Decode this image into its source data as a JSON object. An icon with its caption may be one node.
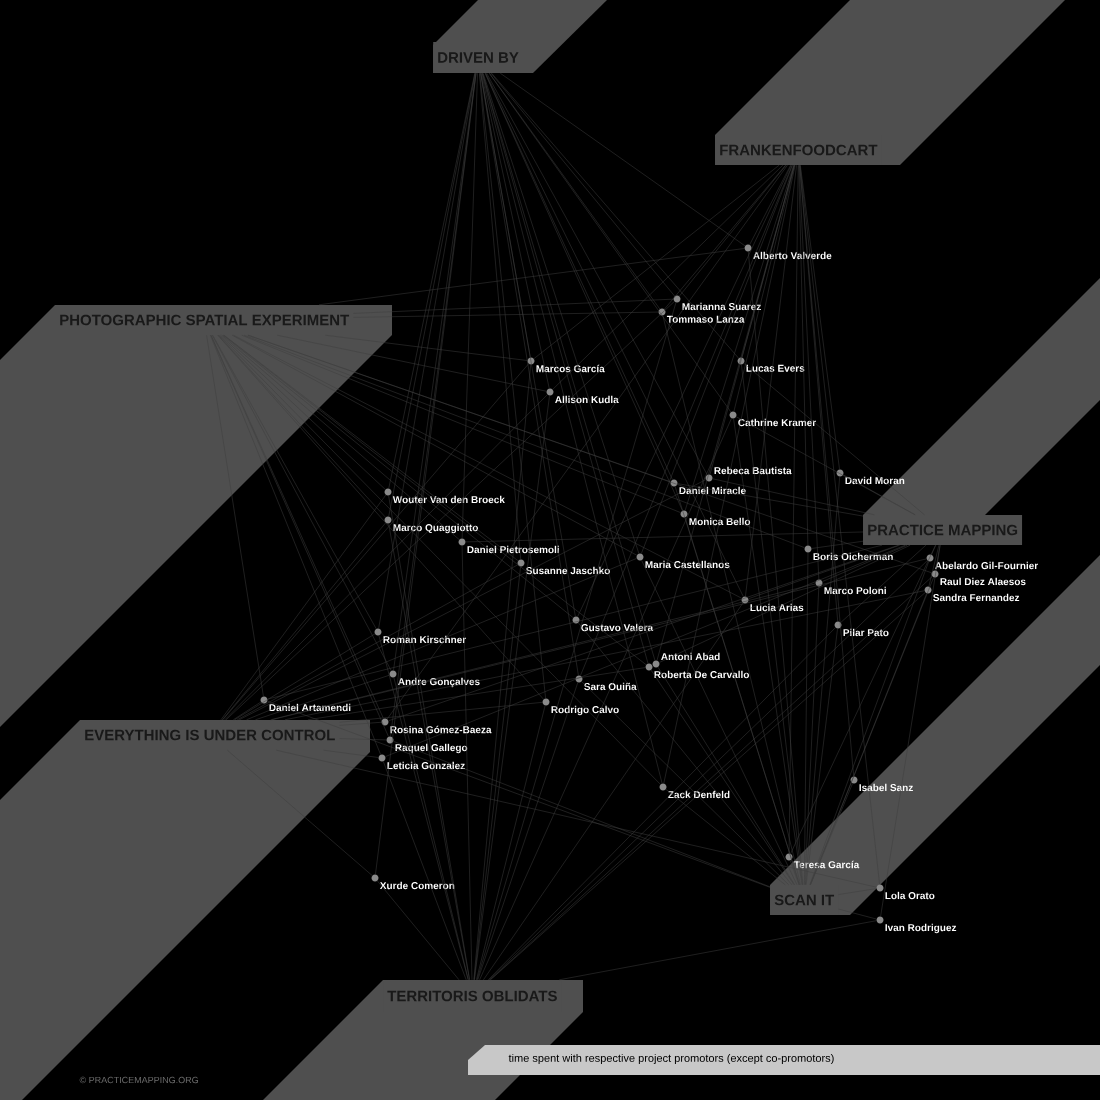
{
  "diagram": {
    "nodes": [
      {
        "text": [
          "DRIVEN BY"
        ]
      },
      {
        "text": [
          "FRANKENFOODCART"
        ]
      },
      {
        "text": [
          "PHOTOGRAPHIC SPATIAL EXPERIMENT"
        ]
      },
      {
        "text": [
          "PRACTICE MAPPING"
        ]
      },
      {
        "text": [
          "EVERYTHING IS UNDER CONTROL"
        ]
      },
      {
        "text": [
          "SCAN IT"
        ]
      },
      {
        "text": [
          "TERRITORIS OBLIDATS"
        ]
      },
      {
        "text": [
          "Alberto Valverde"
        ]
      },
      {
        "text": [
          "Marianna Suarez"
        ]
      },
      {
        "text": [
          "Tommaso Lanza"
        ]
      },
      {
        "text": [
          "Marcos García"
        ]
      },
      {
        "text": [
          "Lucas Evers"
        ]
      },
      {
        "text": [
          "Allison Kudla"
        ]
      },
      {
        "text": [
          "Cathrine Kramer"
        ]
      },
      {
        "text": [
          "David Moran"
        ]
      },
      {
        "text": [
          "Rebeca Bautista"
        ]
      },
      {
        "text": [
          "Daniel Miracle"
        ]
      },
      {
        "text": [
          "Wouter Van den Broeck"
        ]
      },
      {
        "text": [
          "Monica Bello"
        ]
      },
      {
        "text": [
          "Abelardo Gil-Fournier"
        ]
      },
      {
        "text": [
          "Marco Quaggiotto"
        ]
      },
      {
        "text": [
          "Raul Diez Alaesos"
        ]
      },
      {
        "text": [
          "Daniel Pietrosemoli"
        ]
      },
      {
        "text": [
          "Sandra Fernandez"
        ]
      },
      {
        "text": [
          "Boris Oicherman"
        ]
      },
      {
        "text": [
          "Maria Castellanos"
        ]
      },
      {
        "text": [
          "Susanne Jaschko"
        ]
      },
      {
        "text": [
          "Marco Poloni"
        ]
      },
      {
        "text": [
          "Lucia Arias"
        ]
      },
      {
        "text": [
          "Gustavo Valera"
        ]
      },
      {
        "text": [
          "Pilar Pato"
        ]
      },
      {
        "text": [
          "Roman Kirschner"
        ]
      },
      {
        "text": [
          "Antoni Abad"
        ]
      },
      {
        "text": [
          "Roberta De Carvallo"
        ]
      },
      {
        "text": [
          "Andre Gonçalves"
        ]
      },
      {
        "text": [
          "Sara Ouiña"
        ]
      },
      {
        "text": [
          "Daniel Artamendi"
        ]
      },
      {
        "text": [
          "Rodrigo Calvo"
        ]
      },
      {
        "text": [
          "Rosina Gómez-Baeza"
        ]
      },
      {
        "text": [
          "Raquel Gallego"
        ]
      },
      {
        "text": [
          "Leticia Gonzalez"
        ]
      },
      {
        "text": [
          "Isabel Sanz"
        ]
      },
      {
        "text": [
          "Zack Denfeld"
        ]
      },
      {
        "text": [
          "Teresa García"
        ]
      },
      {
        "text": [
          "Lola Orato"
        ]
      },
      {
        "text": [
          "Ivan Rodriguez"
        ]
      },
      {
        "text": [
          "Xurde Comeron"
        ]
      }
    ],
    "edges": [
      {
        "from": 0,
        "to": 7,
        "arrow": "none"
      },
      {
        "from": 1,
        "to": 7,
        "arrow": "none"
      },
      {
        "from": 2,
        "to": 7,
        "arrow": "none"
      },
      {
        "from": 5,
        "to": 7,
        "arrow": "none"
      },
      {
        "from": 0,
        "to": 8,
        "arrow": "none"
      },
      {
        "from": 1,
        "to": 8,
        "arrow": "none"
      },
      {
        "from": 2,
        "to": 8,
        "arrow": "none"
      },
      {
        "from": 4,
        "to": 8,
        "arrow": "none"
      },
      {
        "from": 6,
        "to": 8,
        "arrow": "none"
      },
      {
        "from": 0,
        "to": 9,
        "arrow": "none"
      },
      {
        "from": 1,
        "to": 9,
        "arrow": "none"
      },
      {
        "from": 2,
        "to": 9,
        "arrow": "none"
      },
      {
        "from": 5,
        "to": 9,
        "arrow": "none"
      },
      {
        "from": 0,
        "to": 10,
        "arrow": "none"
      },
      {
        "from": 1,
        "to": 10,
        "arrow": "none"
      },
      {
        "from": 2,
        "to": 10,
        "arrow": "none"
      },
      {
        "from": 4,
        "to": 10,
        "arrow": "none"
      },
      {
        "from": 6,
        "to": 10,
        "arrow": "none"
      },
      {
        "from": 0,
        "to": 11,
        "arrow": "none"
      },
      {
        "from": 1,
        "to": 11,
        "arrow": "none"
      },
      {
        "from": 3,
        "to": 11,
        "arrow": "none"
      },
      {
        "from": 5,
        "to": 11,
        "arrow": "none"
      },
      {
        "from": 0,
        "to": 12,
        "arrow": "none"
      },
      {
        "from": 1,
        "to": 12,
        "arrow": "none"
      },
      {
        "from": 2,
        "to": 12,
        "arrow": "none"
      },
      {
        "from": 4,
        "to": 12,
        "arrow": "none"
      },
      {
        "from": 6,
        "to": 12,
        "arrow": "none"
      },
      {
        "from": 0,
        "to": 13,
        "arrow": "none"
      },
      {
        "from": 1,
        "to": 13,
        "arrow": "none"
      },
      {
        "from": 3,
        "to": 13,
        "arrow": "none"
      },
      {
        "from": 5,
        "to": 13,
        "arrow": "none"
      },
      {
        "from": 6,
        "to": 13,
        "arrow": "none"
      },
      {
        "from": 1,
        "to": 14,
        "arrow": "none"
      },
      {
        "from": 3,
        "to": 14,
        "arrow": "none"
      },
      {
        "from": 5,
        "to": 14,
        "arrow": "none"
      },
      {
        "from": 0,
        "to": 15,
        "arrow": "none"
      },
      {
        "from": 1,
        "to": 15,
        "arrow": "none"
      },
      {
        "from": 3,
        "to": 15,
        "arrow": "none"
      },
      {
        "from": 4,
        "to": 15,
        "arrow": "none"
      },
      {
        "from": 0,
        "to": 16,
        "arrow": "none"
      },
      {
        "from": 2,
        "to": 16,
        "arrow": "none"
      },
      {
        "from": 3,
        "to": 16,
        "arrow": "none"
      },
      {
        "from": 5,
        "to": 16,
        "arrow": "none"
      },
      {
        "from": 0,
        "to": 17,
        "arrow": "none"
      },
      {
        "from": 2,
        "to": 17,
        "arrow": "none"
      },
      {
        "from": 4,
        "to": 17,
        "arrow": "none"
      },
      {
        "from": 6,
        "to": 17,
        "arrow": "none"
      },
      {
        "from": 0,
        "to": 18,
        "arrow": "none"
      },
      {
        "from": 1,
        "to": 18,
        "arrow": "none"
      },
      {
        "from": 2,
        "to": 18,
        "arrow": "none"
      },
      {
        "from": 5,
        "to": 18,
        "arrow": "none"
      },
      {
        "from": 6,
        "to": 19,
        "arrow": "none"
      },
      {
        "from": 3,
        "to": 19,
        "arrow": "none"
      },
      {
        "from": 5,
        "to": 19,
        "arrow": "none"
      },
      {
        "from": 4,
        "to": 19,
        "arrow": "none"
      },
      {
        "from": 0,
        "to": 20,
        "arrow": "none"
      },
      {
        "from": 2,
        "to": 20,
        "arrow": "none"
      },
      {
        "from": 4,
        "to": 20,
        "arrow": "none"
      },
      {
        "from": 6,
        "to": 20,
        "arrow": "none"
      },
      {
        "from": 6,
        "to": 21,
        "arrow": "none"
      },
      {
        "from": 3,
        "to": 21,
        "arrow": "none"
      },
      {
        "from": 5,
        "to": 21,
        "arrow": "none"
      },
      {
        "from": 2,
        "to": 21,
        "arrow": "none"
      },
      {
        "from": 0,
        "to": 22,
        "arrow": "none"
      },
      {
        "from": 2,
        "to": 22,
        "arrow": "none"
      },
      {
        "from": 3,
        "to": 22,
        "arrow": "none"
      },
      {
        "from": 6,
        "to": 22,
        "arrow": "none"
      },
      {
        "from": 6,
        "to": 23,
        "arrow": "none"
      },
      {
        "from": 3,
        "to": 23,
        "arrow": "none"
      },
      {
        "from": 5,
        "to": 23,
        "arrow": "none"
      },
      {
        "from": 4,
        "to": 23,
        "arrow": "none"
      },
      {
        "from": 1,
        "to": 24,
        "arrow": "none"
      },
      {
        "from": 3,
        "to": 24,
        "arrow": "none"
      },
      {
        "from": 5,
        "to": 24,
        "arrow": "none"
      },
      {
        "from": 2,
        "to": 24,
        "arrow": "none"
      },
      {
        "from": 0,
        "to": 25,
        "arrow": "none"
      },
      {
        "from": 1,
        "to": 25,
        "arrow": "none"
      },
      {
        "from": 2,
        "to": 25,
        "arrow": "none"
      },
      {
        "from": 4,
        "to": 25,
        "arrow": "none"
      },
      {
        "from": 5,
        "to": 25,
        "arrow": "none"
      },
      {
        "from": 0,
        "to": 26,
        "arrow": "none"
      },
      {
        "from": 2,
        "to": 26,
        "arrow": "none"
      },
      {
        "from": 4,
        "to": 26,
        "arrow": "none"
      },
      {
        "from": 6,
        "to": 26,
        "arrow": "none"
      },
      {
        "from": 1,
        "to": 27,
        "arrow": "none"
      },
      {
        "from": 3,
        "to": 27,
        "arrow": "none"
      },
      {
        "from": 5,
        "to": 27,
        "arrow": "none"
      },
      {
        "from": 4,
        "to": 27,
        "arrow": "none"
      },
      {
        "from": 0,
        "to": 28,
        "arrow": "none"
      },
      {
        "from": 1,
        "to": 28,
        "arrow": "none"
      },
      {
        "from": 3,
        "to": 28,
        "arrow": "none"
      },
      {
        "from": 2,
        "to": 28,
        "arrow": "none"
      },
      {
        "from": 6,
        "to": 28,
        "arrow": "none"
      },
      {
        "from": 0,
        "to": 29,
        "arrow": "none"
      },
      {
        "from": 1,
        "to": 29,
        "arrow": "none"
      },
      {
        "from": 2,
        "to": 29,
        "arrow": "none"
      },
      {
        "from": 5,
        "to": 29,
        "arrow": "none"
      },
      {
        "from": 1,
        "to": 30,
        "arrow": "none"
      },
      {
        "from": 3,
        "to": 30,
        "arrow": "none"
      },
      {
        "from": 5,
        "to": 30,
        "arrow": "none"
      },
      {
        "from": 6,
        "to": 30,
        "arrow": "none"
      },
      {
        "from": 0,
        "to": 31,
        "arrow": "none"
      },
      {
        "from": 2,
        "to": 31,
        "arrow": "none"
      },
      {
        "from": 4,
        "to": 31,
        "arrow": "none"
      },
      {
        "from": 6,
        "to": 31,
        "arrow": "none"
      },
      {
        "from": 0,
        "to": 32,
        "arrow": "none"
      },
      {
        "from": 1,
        "to": 32,
        "arrow": "none"
      },
      {
        "from": 3,
        "to": 32,
        "arrow": "none"
      },
      {
        "from": 5,
        "to": 32,
        "arrow": "none"
      },
      {
        "from": 0,
        "to": 33,
        "arrow": "none"
      },
      {
        "from": 2,
        "to": 33,
        "arrow": "none"
      },
      {
        "from": 4,
        "to": 33,
        "arrow": "none"
      },
      {
        "from": 5,
        "to": 33,
        "arrow": "none"
      },
      {
        "from": 0,
        "to": 34,
        "arrow": "none"
      },
      {
        "from": 2,
        "to": 34,
        "arrow": "none"
      },
      {
        "from": 4,
        "to": 34,
        "arrow": "none"
      },
      {
        "from": 6,
        "to": 34,
        "arrow": "none"
      },
      {
        "from": 0,
        "to": 35,
        "arrow": "none"
      },
      {
        "from": 1,
        "to": 35,
        "arrow": "none"
      },
      {
        "from": 5,
        "to": 35,
        "arrow": "none"
      },
      {
        "from": 6,
        "to": 35,
        "arrow": "none"
      },
      {
        "from": 2,
        "to": 36,
        "arrow": "none"
      },
      {
        "from": 3,
        "to": 36,
        "arrow": "none"
      },
      {
        "from": 4,
        "to": 36,
        "arrow": "none"
      },
      {
        "from": 5,
        "to": 36,
        "arrow": "none"
      },
      {
        "from": 0,
        "to": 37,
        "arrow": "none"
      },
      {
        "from": 2,
        "to": 37,
        "arrow": "none"
      },
      {
        "from": 4,
        "to": 37,
        "arrow": "none"
      },
      {
        "from": 6,
        "to": 37,
        "arrow": "none"
      },
      {
        "from": 2,
        "to": 38,
        "arrow": "none"
      },
      {
        "from": 3,
        "to": 38,
        "arrow": "none"
      },
      {
        "from": 4,
        "to": 38,
        "arrow": "none"
      },
      {
        "from": 1,
        "to": 38,
        "arrow": "none"
      },
      {
        "from": 2,
        "to": 39,
        "arrow": "none"
      },
      {
        "from": 4,
        "to": 39,
        "arrow": "none"
      },
      {
        "from": 5,
        "to": 39,
        "arrow": "none"
      },
      {
        "from": 0,
        "to": 39,
        "arrow": "none"
      },
      {
        "from": 2,
        "to": 40,
        "arrow": "none"
      },
      {
        "from": 4,
        "to": 40,
        "arrow": "none"
      },
      {
        "from": 3,
        "to": 40,
        "arrow": "none"
      },
      {
        "from": 6,
        "to": 40,
        "arrow": "none"
      },
      {
        "from": 1,
        "to": 41,
        "arrow": "none"
      },
      {
        "from": 5,
        "to": 41,
        "arrow": "none"
      },
      {
        "from": 0,
        "to": 42,
        "arrow": "none"
      },
      {
        "from": 1,
        "to": 42,
        "arrow": "none"
      },
      {
        "from": 2,
        "to": 42,
        "arrow": "none"
      },
      {
        "from": 5,
        "to": 42,
        "arrow": "none"
      },
      {
        "from": 1,
        "to": 43,
        "arrow": "none"
      },
      {
        "from": 3,
        "to": 43,
        "arrow": "none"
      },
      {
        "from": 5,
        "to": 43,
        "arrow": "none"
      },
      {
        "from": 1,
        "to": 44,
        "arrow": "none"
      },
      {
        "from": 5,
        "to": 44,
        "arrow": "none"
      },
      {
        "from": 4,
        "to": 44,
        "arrow": "none"
      },
      {
        "from": 5,
        "to": 45,
        "arrow": "none"
      },
      {
        "from": 6,
        "to": 45,
        "arrow": "none"
      },
      {
        "from": 3,
        "to": 45,
        "arrow": "none"
      },
      {
        "from": 4,
        "to": 46,
        "arrow": "none"
      },
      {
        "from": 6,
        "to": 46,
        "arrow": "none"
      },
      {
        "from": 0,
        "to": 46,
        "arrow": "none"
      }
    ],
    "labels": [
      "time spent with respective project promotors (except co-promotors)",
      "© PRACTICEMAPPING.ORG"
    ]
  }
}
